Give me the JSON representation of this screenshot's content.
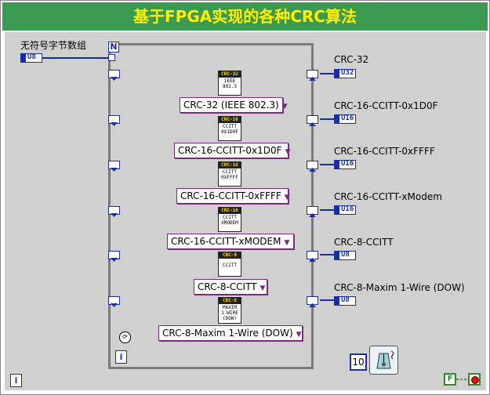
{
  "title": "基于FPGA实现的各种CRC算法",
  "input": {
    "label": "无符号字节数组",
    "type_badge": "U8"
  },
  "loop": {
    "count_label": "N",
    "index_label": "i"
  },
  "rows": [
    {
      "vi_header": "CRC-32",
      "vi_body": [
        "IEEE",
        "802.3"
      ],
      "ring_value": "CRC-32 (IEEE 802.3)",
      "out_label": "CRC-32",
      "out_type": "U32"
    },
    {
      "vi_header": "CRC-16",
      "vi_body": [
        "CCITT",
        "0X1D0F"
      ],
      "ring_value": "CRC-16-CCITT-0x1D0F",
      "out_label": "CRC-16-CCITT-0x1D0F",
      "out_type": "U16"
    },
    {
      "vi_header": "CRC-16",
      "vi_body": [
        "CCITT",
        "0XFFFF"
      ],
      "ring_value": "CRC-16-CCITT-0xFFFF",
      "out_label": "CRC-16-CCITT-0xFFFF",
      "out_type": "U16"
    },
    {
      "vi_header": "CRC-16",
      "vi_body": [
        "CCITT",
        "XMODEM"
      ],
      "ring_value": "CRC-16-CCITT-xMODEM",
      "out_label": "CRC-16-CCITT-xModem",
      "out_type": "U16"
    },
    {
      "vi_header": "CRC-8",
      "vi_body": [
        "CCITT"
      ],
      "ring_value": "CRC-8-CCITT",
      "out_label": "CRC-8-CCITT",
      "out_type": "U8"
    },
    {
      "vi_header": "CRC-8",
      "vi_body": [
        "MAXIM",
        "1-WIRE",
        "(DOW)"
      ],
      "ring_value": "CRC-8-Maxim 1-Wire (DOW)",
      "out_label": "CRC-8-Maxim 1-Wire (DOW)",
      "out_type": "U8"
    }
  ],
  "timing": {
    "wait_constant": "10"
  },
  "stop": {
    "constant_label": "F"
  },
  "outer_index_label": "i",
  "colors": {
    "title_bg": "#3a9a50",
    "title_text": "#ffef00",
    "diagram_bg": "#d0d0d0",
    "u8_wire": "#1a2ea6",
    "bool_wire": "#2c8a2c",
    "ring_border": "#7a2a7a"
  }
}
